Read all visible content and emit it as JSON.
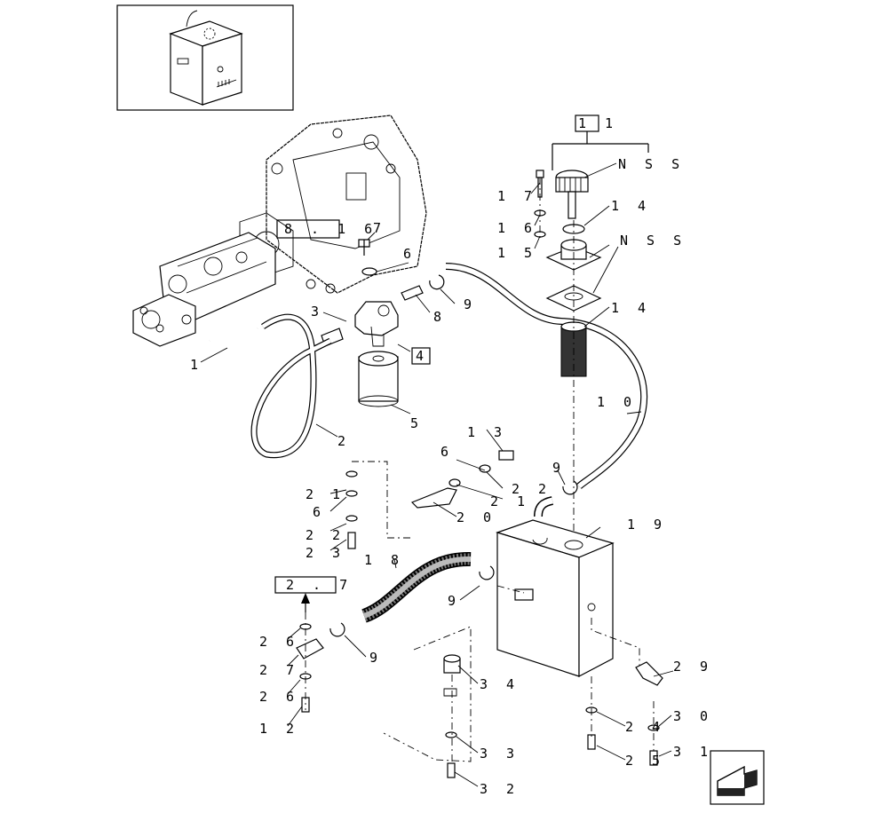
{
  "diagram": {
    "ref_boxes": {
      "ref_11": "1 1",
      "ref_8_16": "8 . 1 6",
      "ref_4": "4",
      "ref_2_7": "2 . 7"
    },
    "callouts": {
      "c1": "1",
      "c2": "2",
      "c3": "3",
      "c5": "5",
      "c6a": "6",
      "c6b": "6",
      "c6c": "6",
      "c7": "7",
      "c8": "8",
      "c9a": "9",
      "c9b": "9",
      "c9c": "9",
      "c9d": "9",
      "c10": "1 0",
      "c12": "1 2",
      "c13": "1 3",
      "c14a": "1 4",
      "c14b": "1 4",
      "c15": "1 5",
      "c16": "1 6",
      "c17": "1 7",
      "c18": "1 8",
      "c19": "1 9",
      "c20": "2 0",
      "c21a": "2 1",
      "c21b": "2 1",
      "c22a": "2 2",
      "c22b": "2 2",
      "c23": "2 3",
      "c24": "2 4",
      "c25": "2 5",
      "c26a": "2 6",
      "c26b": "2 6",
      "c27": "2 7",
      "c29": "2 9",
      "c30": "3 0",
      "c31": "3 1",
      "c32": "3 2",
      "c33": "3 3",
      "c34": "3 4",
      "nss1": "N S S",
      "nss2": "N S S"
    }
  }
}
